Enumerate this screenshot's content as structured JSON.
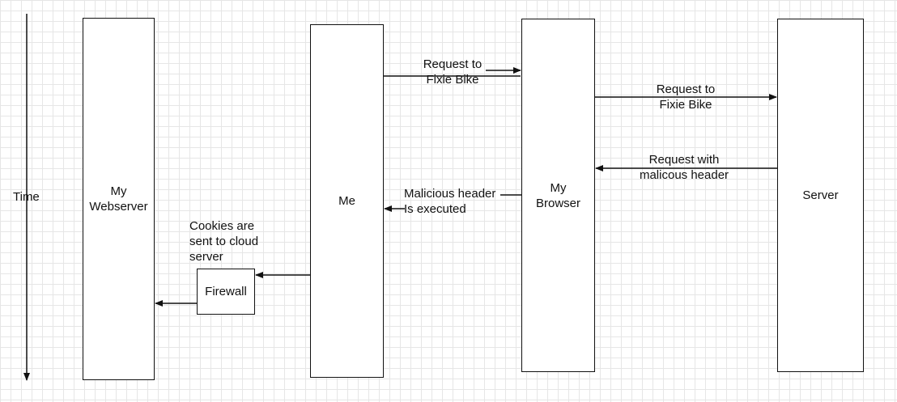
{
  "diagram": {
    "time_label": "Time",
    "nodes": {
      "webserver": "My\nWebserver",
      "me": "Me",
      "browser": "My\nBrowser",
      "server": "Server",
      "firewall": "Firewall"
    },
    "edges": {
      "me_to_browser": "Request to\nFixie Bike",
      "browser_to_server": "Request to\nFixie Bike",
      "server_to_browser": "Request with\n malicous header",
      "browser_to_me": "Malicious header\nIs executed",
      "me_to_firewall": "Cookies are\nsent to cloud\n server"
    }
  }
}
